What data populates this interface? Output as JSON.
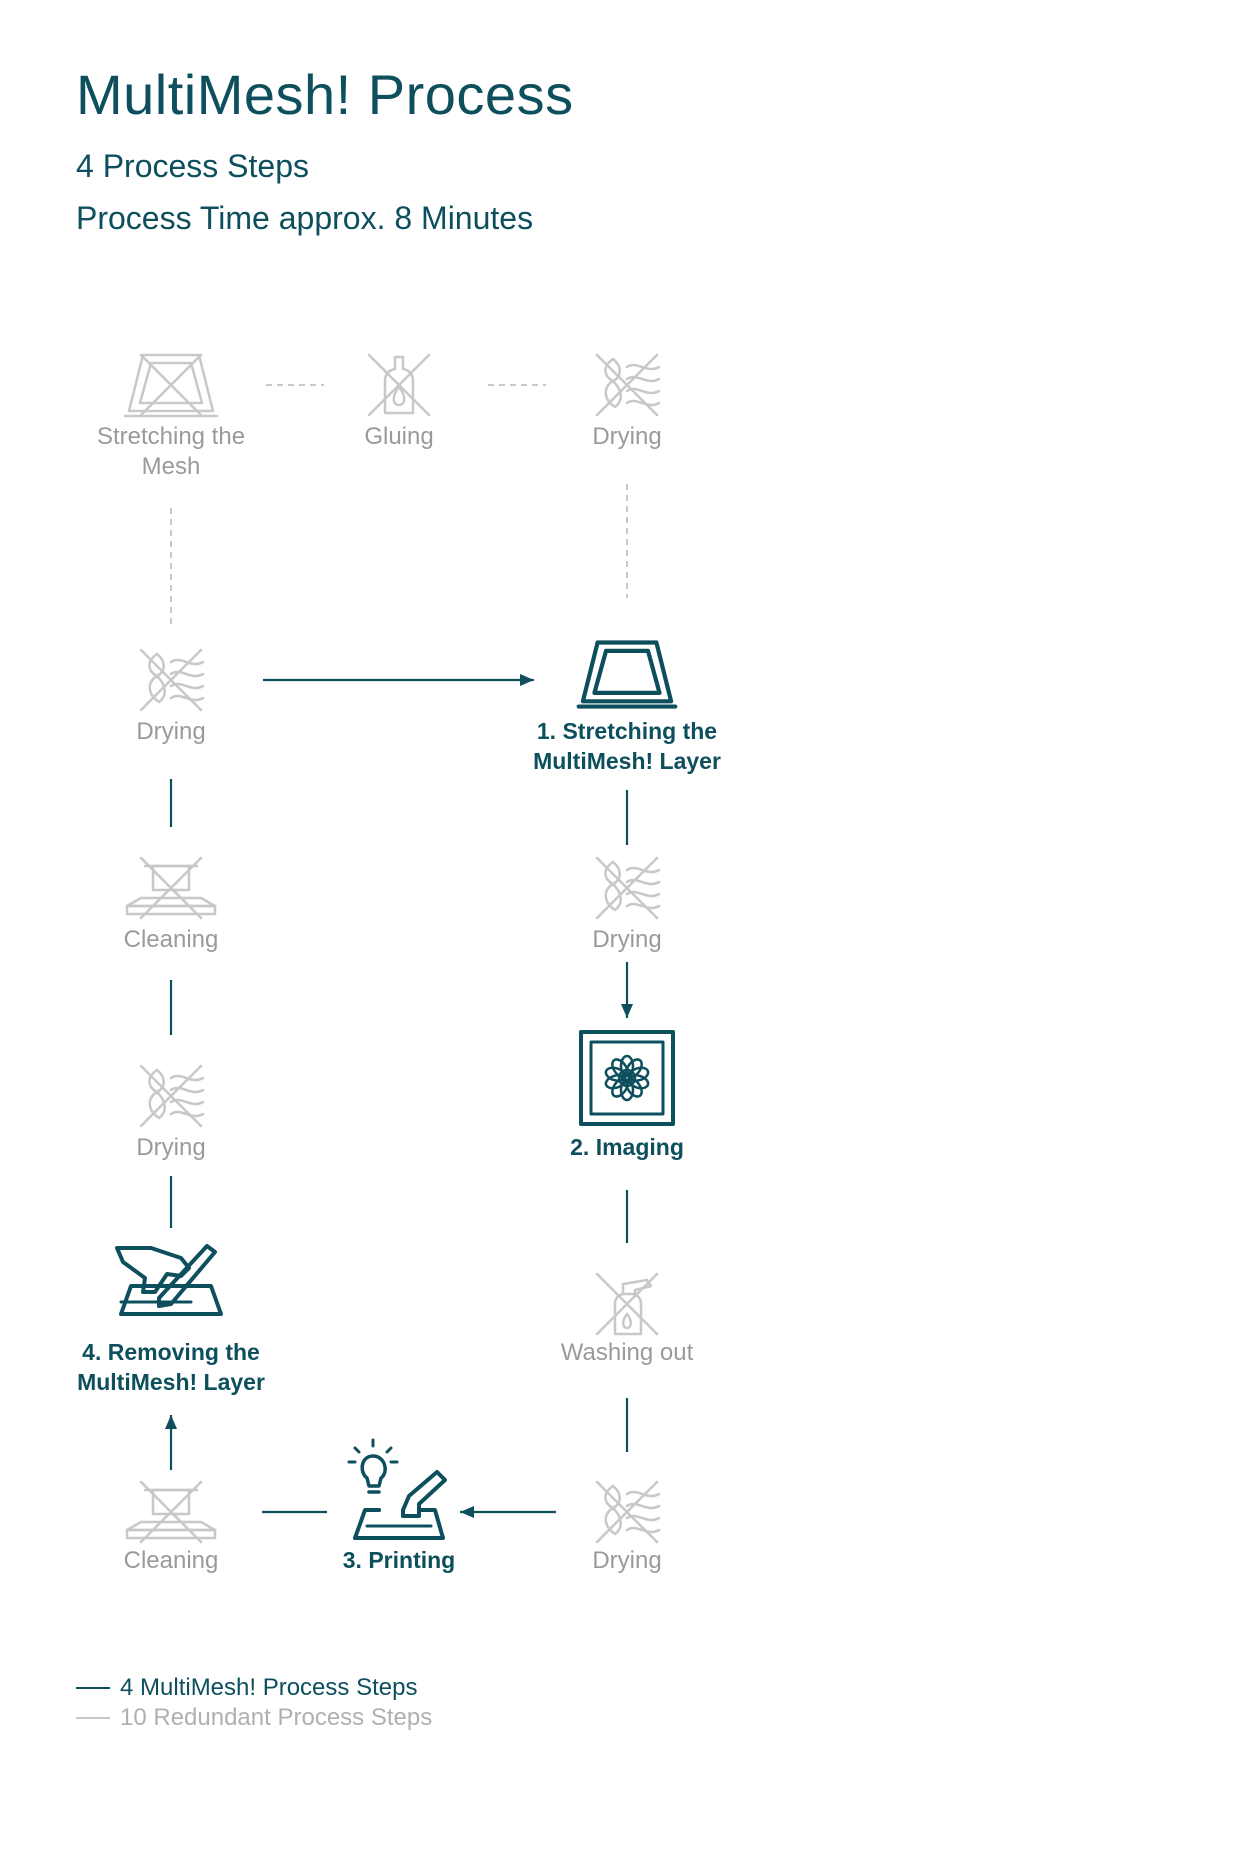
{
  "header": {
    "title": "MultiMesh! Process",
    "subtitle_1": "4 Process Steps",
    "subtitle_2": "Process Time approx. 8 Minutes"
  },
  "colors": {
    "primary": "#0d4f5c",
    "redundant": "#c8c8c8",
    "redundant_text": "#9a9a9a"
  },
  "steps": [
    {
      "id": "r-stretch",
      "lines": [
        "Stretching the",
        "Mesh"
      ],
      "icon": "frame-crossed-icon",
      "type": "redundant"
    },
    {
      "id": "r-glue",
      "lines": [
        "Gluing"
      ],
      "icon": "glue-bottle-crossed-icon",
      "type": "redundant"
    },
    {
      "id": "r-dry1",
      "lines": [
        "Drying"
      ],
      "icon": "drying-crossed-icon",
      "type": "redundant"
    },
    {
      "id": "r-dry2",
      "lines": [
        "Drying"
      ],
      "icon": "drying-crossed-icon",
      "type": "redundant"
    },
    {
      "id": "m-stretch",
      "lines": [
        "1. Stretching the",
        "MultiMesh! Layer"
      ],
      "icon": "frame-icon",
      "type": "main"
    },
    {
      "id": "r-clean1",
      "lines": [
        "Cleaning"
      ],
      "icon": "cleaning-crossed-icon",
      "type": "redundant"
    },
    {
      "id": "r-dry3",
      "lines": [
        "Drying"
      ],
      "icon": "drying-crossed-icon",
      "type": "redundant"
    },
    {
      "id": "r-dry4",
      "lines": [
        "Drying"
      ],
      "icon": "drying-crossed-icon",
      "type": "redundant"
    },
    {
      "id": "m-image",
      "lines": [
        "2. Imaging"
      ],
      "icon": "imaging-icon",
      "type": "main"
    },
    {
      "id": "m-remove",
      "lines": [
        "4. Removing the",
        "MultiMesh! Layer"
      ],
      "icon": "hand-scraper-icon",
      "type": "main"
    },
    {
      "id": "r-wash",
      "lines": [
        "Washing out"
      ],
      "icon": "spray-bottle-crossed-icon",
      "type": "redundant"
    },
    {
      "id": "r-clean2",
      "lines": [
        "Cleaning"
      ],
      "icon": "cleaning-crossed-icon",
      "type": "redundant"
    },
    {
      "id": "m-print",
      "lines": [
        "3. Printing"
      ],
      "icon": "printing-icon",
      "type": "main"
    },
    {
      "id": "r-dry5",
      "lines": [
        "Drying"
      ],
      "icon": "drying-crossed-icon",
      "type": "redundant"
    }
  ],
  "connectors": [
    {
      "from": "r-stretch",
      "to": "r-glue",
      "type": "redundant"
    },
    {
      "from": "r-glue",
      "to": "r-dry1",
      "type": "redundant"
    },
    {
      "from": "r-stretch",
      "to": "r-dry2",
      "type": "redundant"
    },
    {
      "from": "r-dry1",
      "to": "m-stretch",
      "type": "redundant"
    },
    {
      "from": "r-dry2",
      "to": "m-stretch",
      "type": "main",
      "arrow": true
    },
    {
      "from": "m-stretch",
      "to": "r-dry3",
      "type": "main"
    },
    {
      "from": "r-dry3",
      "to": "m-image",
      "type": "main",
      "arrow": true
    },
    {
      "from": "m-image",
      "to": "r-wash",
      "type": "main"
    },
    {
      "from": "r-wash",
      "to": "r-dry5",
      "type": "main"
    },
    {
      "from": "r-dry5",
      "to": "m-print",
      "type": "main",
      "arrow": true
    },
    {
      "from": "m-print",
      "to": "r-clean2",
      "type": "main"
    },
    {
      "from": "r-clean2",
      "to": "m-remove",
      "type": "main",
      "arrow": true
    },
    {
      "from": "m-remove",
      "to": "r-dry4",
      "type": "main"
    },
    {
      "from": "r-dry4",
      "to": "r-clean1",
      "type": "main"
    },
    {
      "from": "r-clean1",
      "to": "r-dry2",
      "type": "main"
    }
  ],
  "legend": {
    "main": "4 MultiMesh! Process Steps",
    "redundant": "10 Redundant Process Steps"
  }
}
